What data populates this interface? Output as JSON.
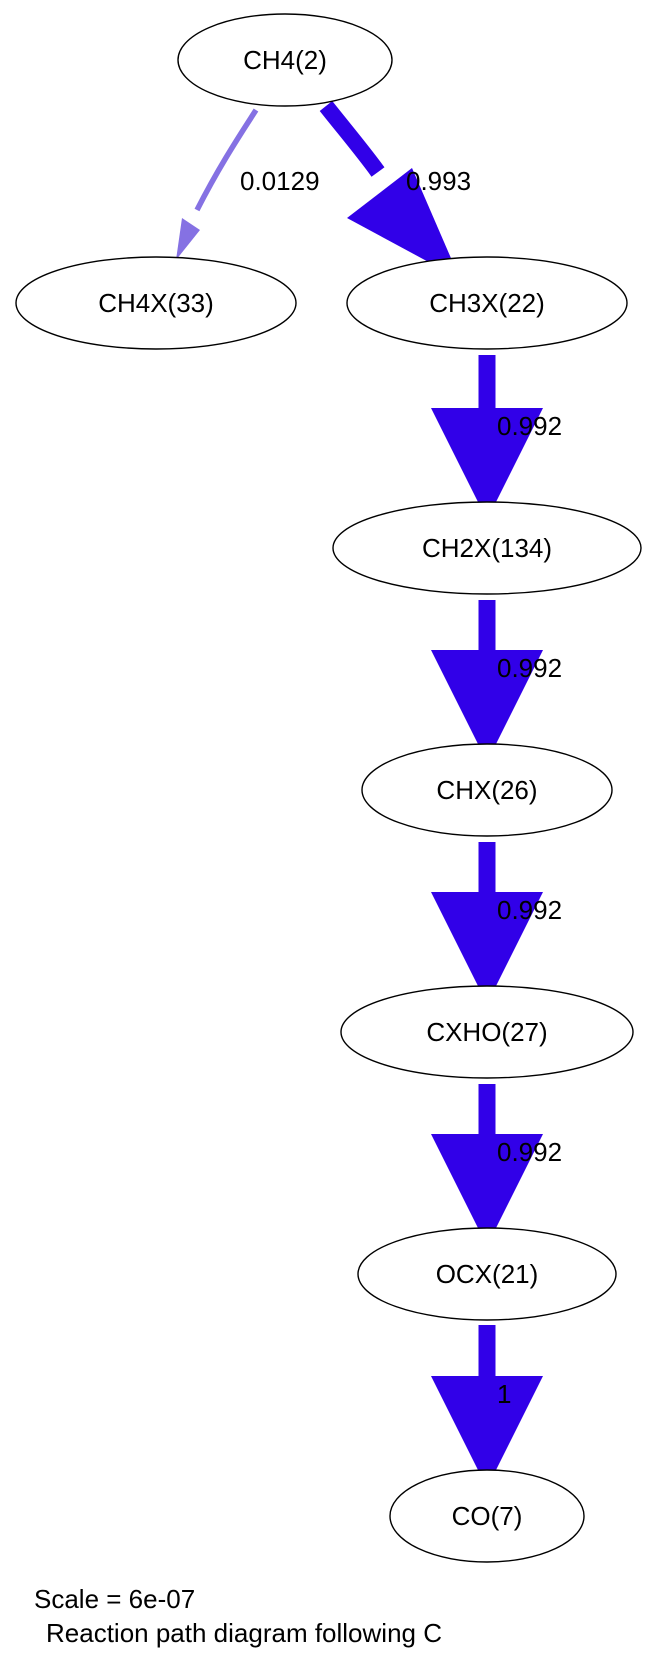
{
  "nodes": [
    {
      "id": "ch4",
      "label": "CH4(2)"
    },
    {
      "id": "ch4x",
      "label": "CH4X(33)"
    },
    {
      "id": "ch3x",
      "label": "CH3X(22)"
    },
    {
      "id": "ch2x",
      "label": "CH2X(134)"
    },
    {
      "id": "chx",
      "label": "CHX(26)"
    },
    {
      "id": "cxho",
      "label": "CXHO(27)"
    },
    {
      "id": "ocx",
      "label": "OCX(21)"
    },
    {
      "id": "co",
      "label": "CO(7)"
    }
  ],
  "edges": [
    {
      "id": "ch4-ch4x",
      "from": "ch4",
      "to": "ch4x",
      "label": "0.0129",
      "color": "#8571e3"
    },
    {
      "id": "ch4-ch3x",
      "from": "ch4",
      "to": "ch3x",
      "label": "0.993",
      "color": "#3100e8"
    },
    {
      "id": "ch3x-ch2x",
      "from": "ch3x",
      "to": "ch2x",
      "label": "0.992",
      "color": "#3100e8"
    },
    {
      "id": "ch2x-chx",
      "from": "ch2x",
      "to": "chx",
      "label": "0.992",
      "color": "#3100e8"
    },
    {
      "id": "chx-cxho",
      "from": "chx",
      "to": "cxho",
      "label": "0.992",
      "color": "#3100e8"
    },
    {
      "id": "cxho-ocx",
      "from": "cxho",
      "to": "ocx",
      "label": "0.992",
      "color": "#3100e8"
    },
    {
      "id": "ocx-co",
      "from": "ocx",
      "to": "co",
      "label": "1",
      "color": "#3100e8"
    }
  ],
  "footer": {
    "scale": "Scale = 6e-07",
    "caption": "Reaction path diagram following C"
  }
}
